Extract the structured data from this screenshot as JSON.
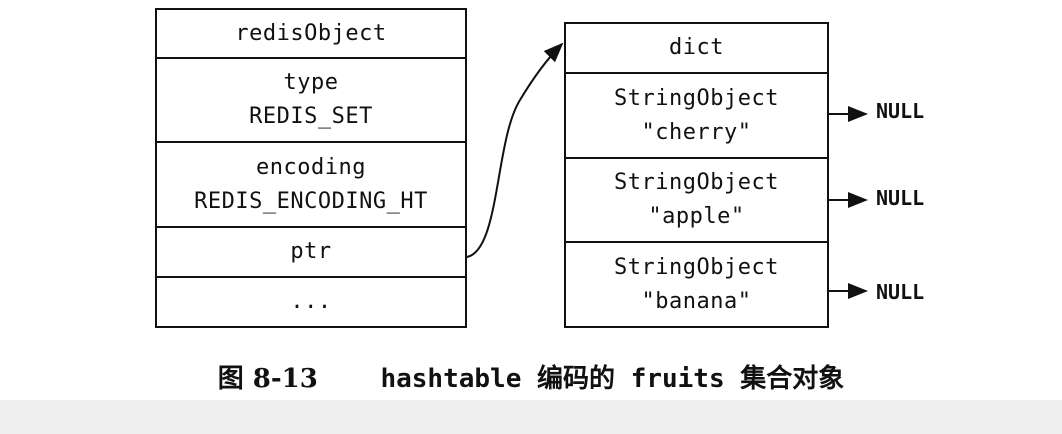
{
  "redis_object": {
    "header": "redisObject",
    "type_label": "type",
    "type_value": "REDIS_SET",
    "encoding_label": "encoding",
    "encoding_value": "REDIS_ENCODING_HT",
    "ptr_label": "ptr",
    "ellipsis": "..."
  },
  "dict": {
    "header": "dict",
    "entries": [
      {
        "kind": "StringObject",
        "value": "\"cherry\"",
        "next": "NULL"
      },
      {
        "kind": "StringObject",
        "value": "\"apple\"",
        "next": "NULL"
      },
      {
        "kind": "StringObject",
        "value": "\"banana\"",
        "next": "NULL"
      }
    ]
  },
  "caption": {
    "figure_number": "图 8-13",
    "code_part": "hashtable",
    "text_part1": "编码的",
    "code_part2": "fruits",
    "text_part2": "集合对象"
  }
}
